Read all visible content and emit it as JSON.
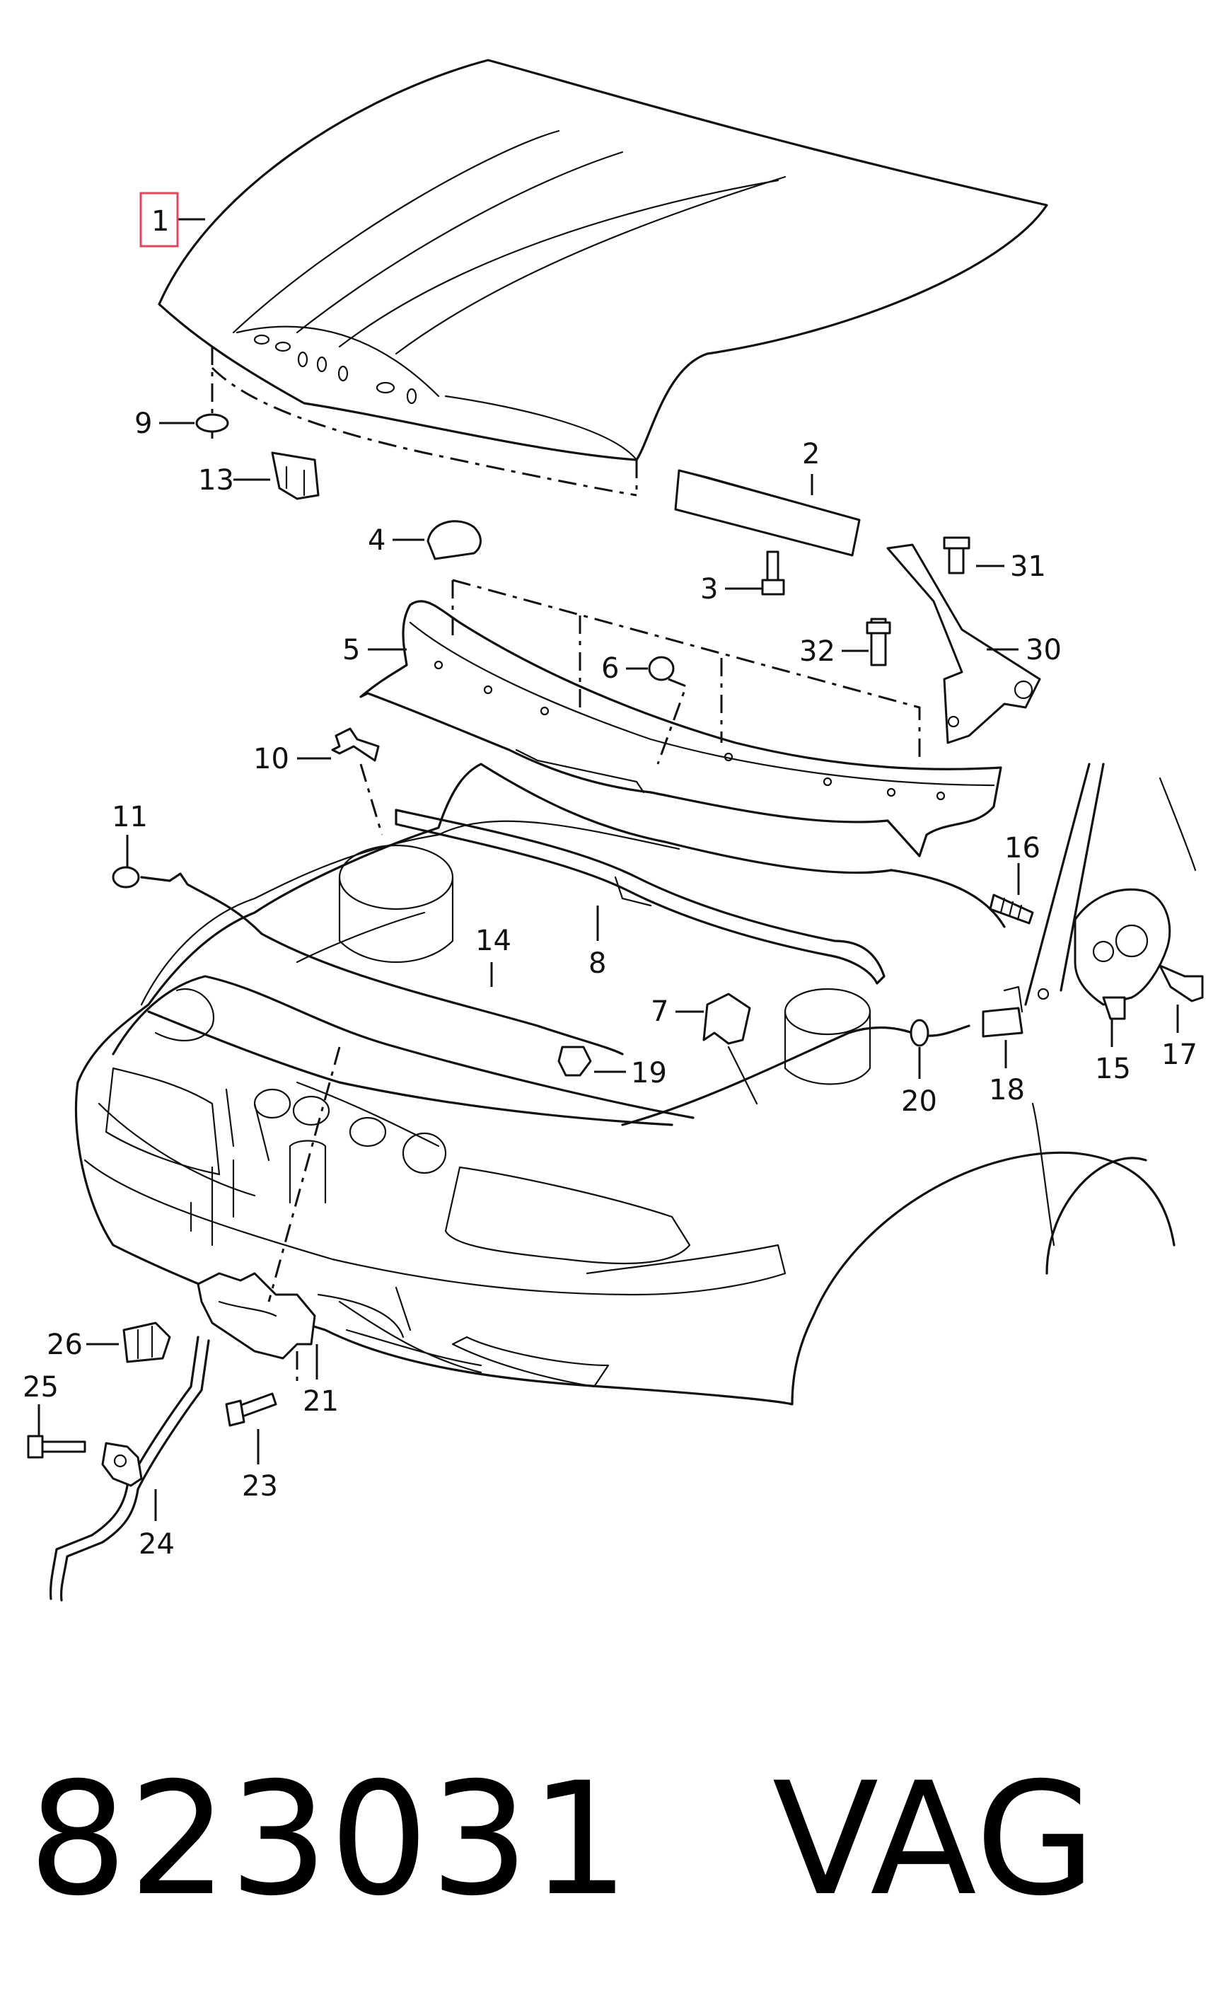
{
  "callouts": {
    "c1": "1",
    "c2": "2",
    "c3": "3",
    "c4": "4",
    "c5": "5",
    "c6": "6",
    "c7": "7",
    "c8": "8",
    "c9": "9",
    "c10": "10",
    "c11": "11",
    "c13": "13",
    "c14": "14",
    "c15": "15",
    "c16": "16",
    "c17": "17",
    "c18": "18",
    "c19": "19",
    "c20": "20",
    "c21": "21",
    "c23": "23",
    "c24": "24",
    "c25": "25",
    "c26": "26",
    "c30": "30",
    "c31": "31",
    "c32": "32"
  },
  "footer": {
    "part_number": "823031",
    "brand": "VAG"
  },
  "colors": {
    "line": "#111111",
    "highlight": "#e0475b",
    "background": "#ffffff"
  }
}
